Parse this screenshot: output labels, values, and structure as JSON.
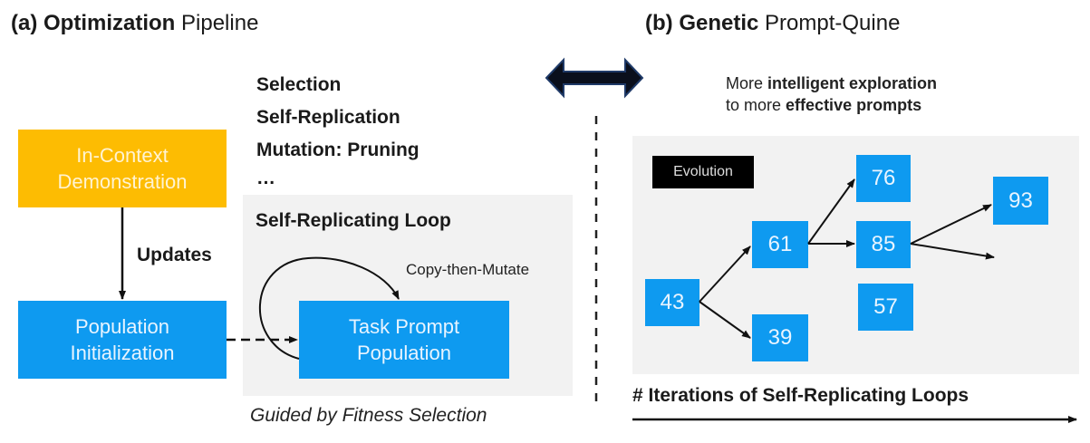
{
  "panel_a": {
    "title_prefix": "(a)",
    "title_bold": "Optimization",
    "title_rest": "Pipeline",
    "operators": [
      "Selection",
      "Self-Replication",
      "Mutation: Pruning",
      "…"
    ],
    "in_context_box": [
      "In-Context",
      "Demonstration"
    ],
    "updates_label": "Updates",
    "population_box": [
      "Population",
      "Initialization"
    ],
    "loop_title": "Self-Replicating Loop",
    "copy_label": "Copy-then-Mutate",
    "task_box": [
      "Task Prompt",
      "Population"
    ],
    "guided_caption": "Guided by Fitness Selection"
  },
  "panel_b": {
    "title_prefix": "(b)",
    "title_bold": "Genetic",
    "title_rest": "Prompt-Quine",
    "subtitle_line1_plain": "More",
    "subtitle_line1_bold": "intelligent exploration",
    "subtitle_line2_plain": "to more",
    "subtitle_line2_bold": "effective prompts",
    "evolution_tag": "Evolution",
    "nodes": {
      "n43": "43",
      "n61": "61",
      "n39": "39",
      "n76": "76",
      "n85": "85",
      "n57": "57",
      "n93": "93"
    },
    "axis_label": "# Iterations of Self-Replicating Loops"
  },
  "colors": {
    "blue": "#0e9af0",
    "orange": "#fdbc02",
    "panel_gray": "#f2f2f2",
    "double_arrow": "#0f2345"
  }
}
